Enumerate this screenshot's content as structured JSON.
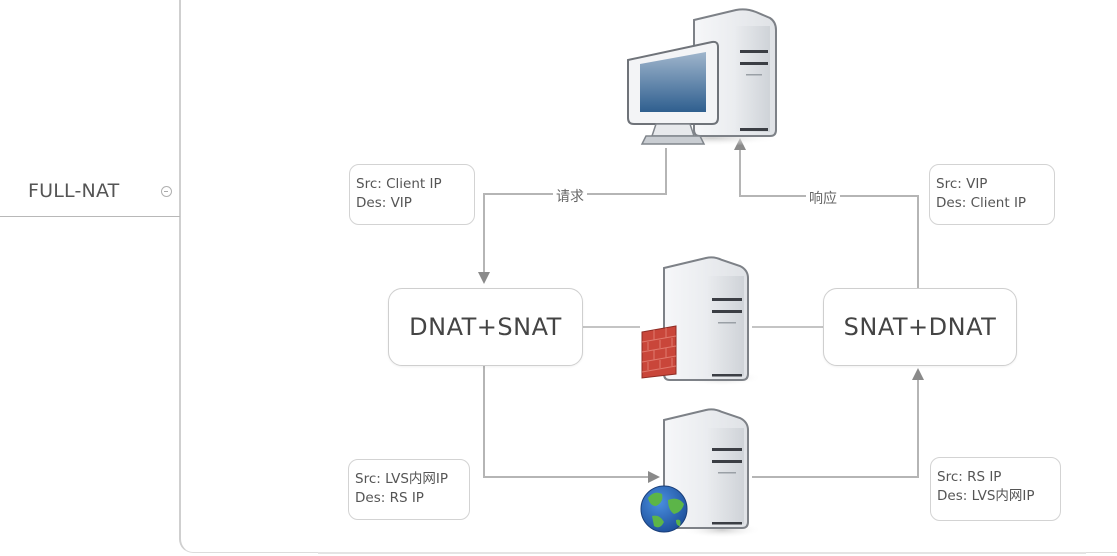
{
  "mindmap": {
    "branch_label": "FULL-NAT",
    "collapse_toggle_icon": "minus-circle-icon"
  },
  "diagram": {
    "nodes": {
      "client": {
        "icon": "desktop-computer-icon"
      },
      "lvs": {
        "icon": "server-with-firewall-icon"
      },
      "real_server": {
        "icon": "server-with-globe-icon"
      }
    },
    "nat_boxes": {
      "left": "DNAT+SNAT",
      "right": "SNAT+DNAT"
    },
    "edge_labels": {
      "request": "请求",
      "response": "响应"
    },
    "notes": {
      "top_left": {
        "src": "Src: Client IP",
        "des": "Des: VIP"
      },
      "top_right": {
        "src": "Src: VIP",
        "des": "Des: Client IP"
      },
      "bottom_left": {
        "src": "Src: LVS内网IP",
        "des": "Des: RS IP"
      },
      "bottom_right": {
        "src": "Src: RS IP",
        "des": "Des: LVS内网IP"
      }
    },
    "colors": {
      "line": "#b5b5b5",
      "arrow": "#8a8a8a",
      "firewall": "#c9463a",
      "globe_ocean": "#2a6fc0",
      "globe_land": "#5cb548",
      "screen": "#3b6a9a"
    }
  }
}
